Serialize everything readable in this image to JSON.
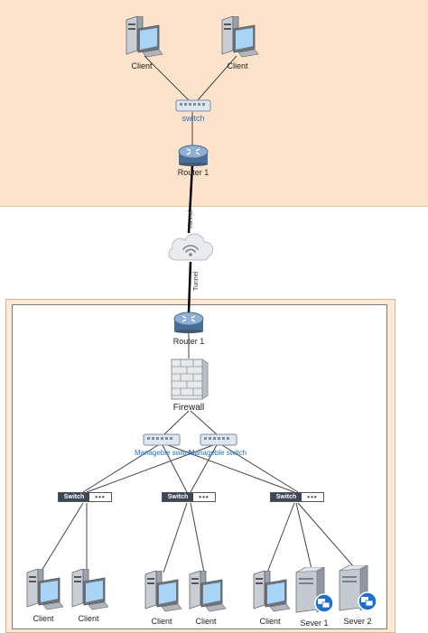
{
  "top_network": {
    "client_1_label": "Client",
    "client_2_label": "Client",
    "switch_label": "switch",
    "router_label": "Router 1"
  },
  "cloud": {
    "tunnel_upper_label": "Tunnel",
    "tunnel_lower_label": "Tunnel"
  },
  "bottom_network": {
    "router_label": "Router 1",
    "firewall_label": "Firewall",
    "managed_switch_1_label": "Manageble switch",
    "managed_switch_2_label": "Manageble switch",
    "switch_1_label": "Switch",
    "switch_2_label": "Switch",
    "switch_3_label": "Switch",
    "client_1_label": "Client",
    "client_2_label": "Client",
    "client_3_label": "Client",
    "client_4_label": "Client",
    "client_5_label": "Client",
    "server_1_label": "Sever 1",
    "server_2_label": "Sever 2"
  },
  "colors": {
    "top_zone": "#fde3cc",
    "bottom_zone": "#fde9d6",
    "link_label_blue": "#2a6ebb",
    "router_blue": "#4a6f96",
    "server_badge_blue": "#1f6fd1"
  }
}
